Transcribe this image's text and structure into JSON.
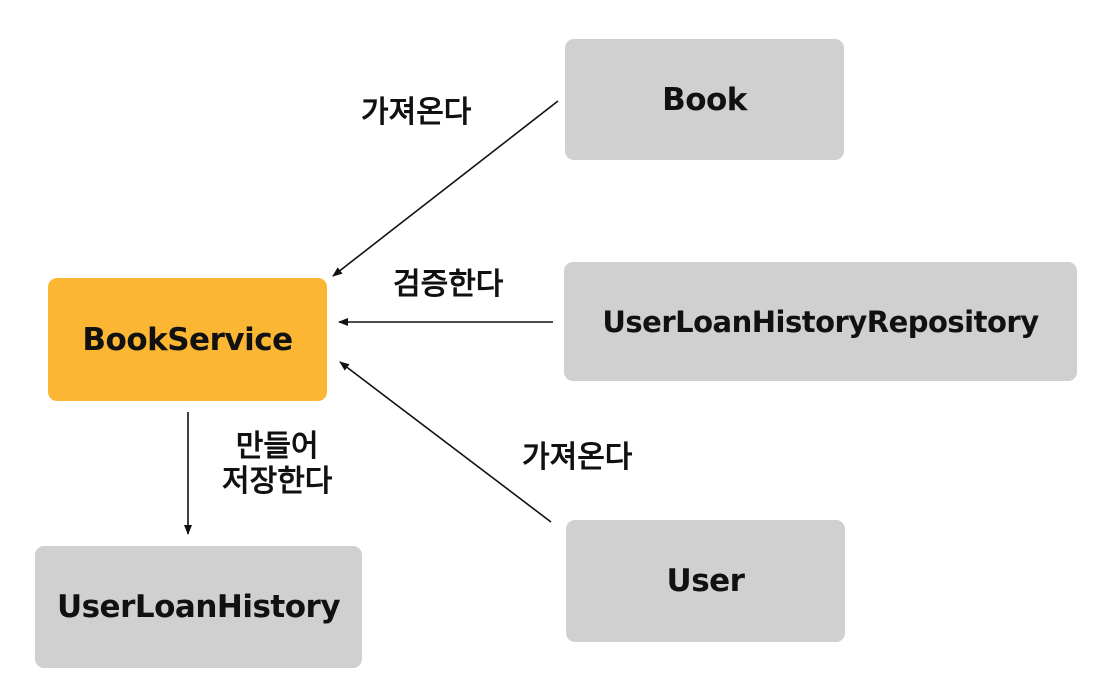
{
  "colors": {
    "focus_node": "#fbb733",
    "node": "#d0d0d0",
    "edge": "#111111",
    "text": "#111111"
  },
  "nodes": {
    "book": "Book",
    "book_service": "BookService",
    "repository": "UserLoanHistoryRepository",
    "user": "User",
    "user_loan_history": "UserLoanHistory"
  },
  "edges": {
    "book_to_service": "가져온다",
    "repository_to_service": "검증한다",
    "user_to_service": "가져온다",
    "service_to_history_line1": "만들어",
    "service_to_history_line2": "저장한다"
  }
}
